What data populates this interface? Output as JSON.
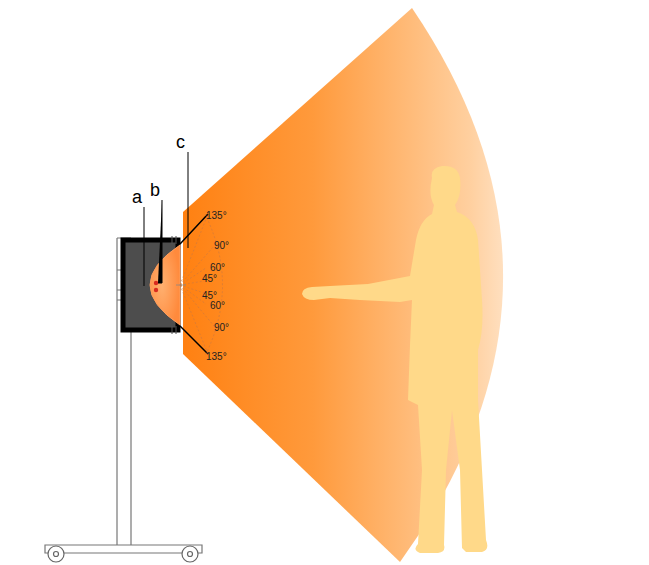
{
  "diagram": {
    "labels": [
      "a",
      "b",
      "c",
      "135°",
      "90°",
      "60°",
      "45°",
      "45°",
      "60°",
      "90°",
      "135°"
    ]
  }
}
